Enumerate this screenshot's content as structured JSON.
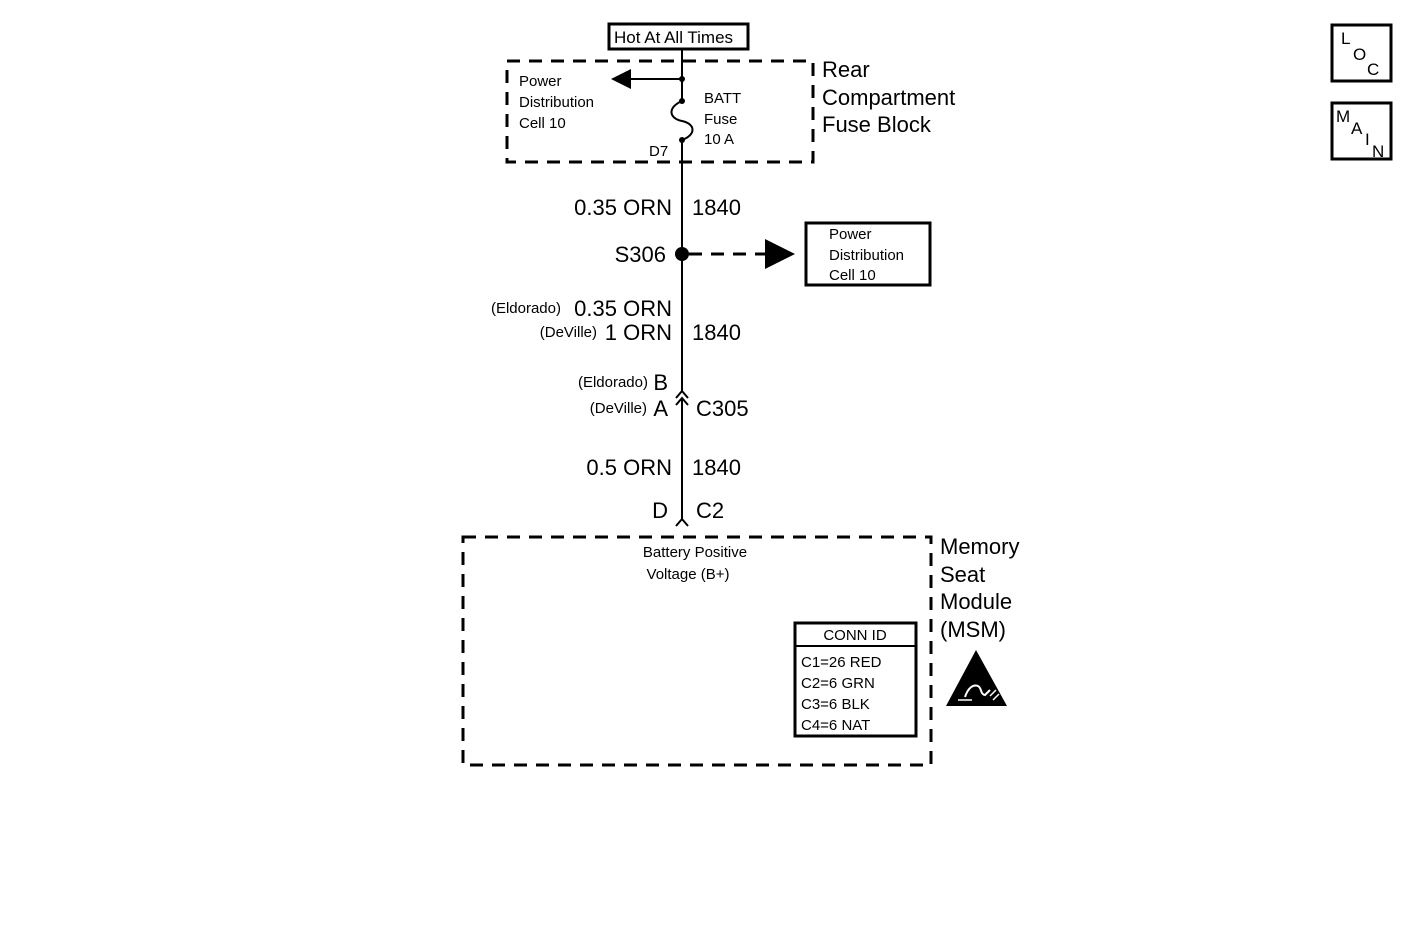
{
  "top": {
    "hot_label": "Hot At All Times"
  },
  "fuse_block": {
    "name_line1": "Rear",
    "name_line2": "Compartment",
    "name_line3": "Fuse Block",
    "pd_line1": "Power",
    "pd_line2": "Distribution",
    "pd_line3": "Cell 10",
    "fuse_line1": "BATT",
    "fuse_line2": "Fuse",
    "fuse_line3": "10 A",
    "terminal": "D7"
  },
  "wire1": {
    "gauge_color": "0.35 ORN",
    "circuit": "1840"
  },
  "splice": {
    "id": "S306",
    "ref_line1": "Power",
    "ref_line2": "Distribution",
    "ref_line3": "Cell 10"
  },
  "wire2": {
    "eldorado_tag": "(Eldorado)",
    "eldorado_gauge": "0.35 ORN",
    "deville_tag": "(DeVille)",
    "deville_gauge": "1 ORN",
    "circuit": "1840"
  },
  "connector_c305": {
    "eldorado_tag": "(Eldorado)",
    "eldorado_pin": "B",
    "deville_tag": "(DeVille)",
    "deville_pin": "A",
    "id": "C305"
  },
  "wire3": {
    "gauge_color": "0.5 ORN",
    "circuit": "1840"
  },
  "connector_c2": {
    "pin": "D",
    "id": "C2"
  },
  "module": {
    "name_line1": "Memory",
    "name_line2": "Seat",
    "name_line3": "Module",
    "name_line4": "(MSM)",
    "input_line1": "Battery Positive",
    "input_line2": "Voltage (B+)",
    "conn_title": "CONN ID",
    "conn_rows": [
      "C1=26 RED",
      "C2=6 GRN",
      "C3=6 BLK",
      "C4=6 NAT"
    ]
  },
  "nav": {
    "loc": [
      "L",
      "O",
      "C"
    ],
    "main": [
      "M",
      "A",
      "I",
      "N"
    ]
  },
  "icons": {
    "esd": "esd-warning-icon"
  }
}
